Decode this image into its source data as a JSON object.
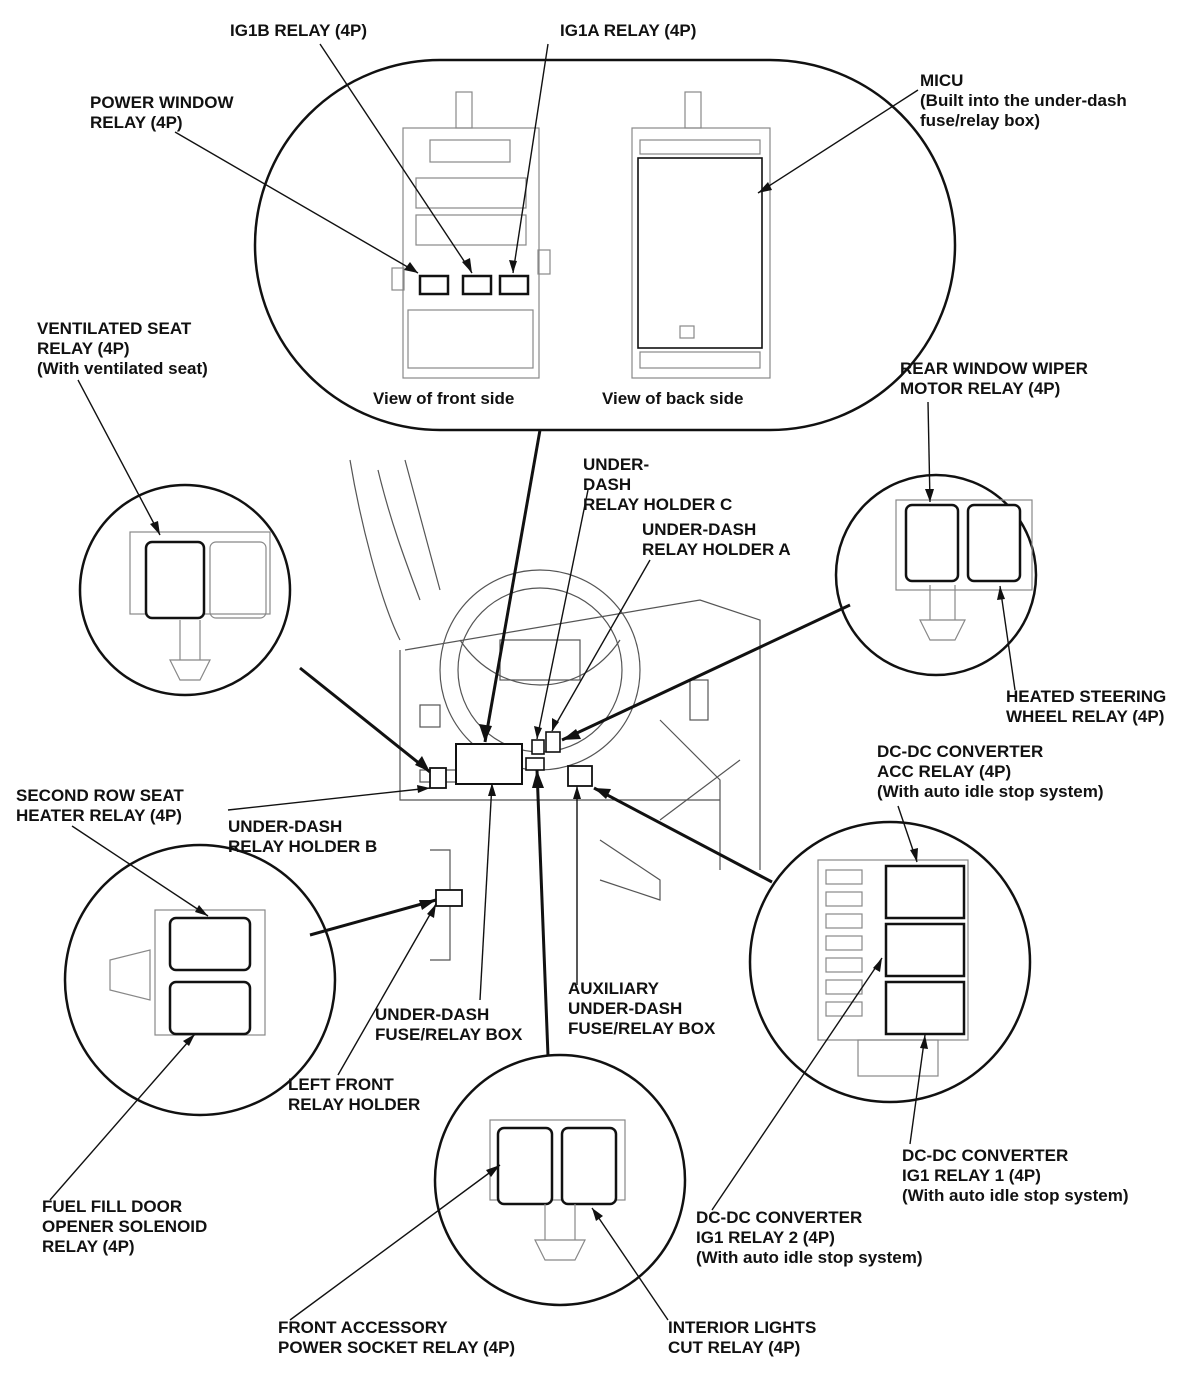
{
  "labels": {
    "ig1b": "IG1B RELAY (4P)",
    "ig1a": "IG1A RELAY (4P)",
    "power_window": [
      "POWER WINDOW",
      "RELAY (4P)"
    ],
    "micu": [
      "MICU",
      "(Built into the under-dash",
      "fuse/relay box)"
    ],
    "view_front": "View of front side",
    "view_back": "View of back side",
    "ventilated_seat": [
      "VENTILATED SEAT",
      "RELAY (4P)",
      "(With ventilated seat)"
    ],
    "rear_wiper": [
      "REAR WINDOW WIPER",
      "MOTOR RELAY (4P)"
    ],
    "holder_c": [
      "UNDER-",
      "DASH",
      "RELAY HOLDER C"
    ],
    "holder_a": [
      "UNDER-DASH",
      "RELAY HOLDER A"
    ],
    "heated_steering": [
      "HEATED STEERING",
      "WHEEL RELAY (4P)"
    ],
    "dcdc_acc": [
      "DC-DC CONVERTER",
      "ACC RELAY (4P)",
      "(With auto idle stop system)"
    ],
    "second_row": [
      "SECOND ROW SEAT",
      "HEATER RELAY (4P)"
    ],
    "holder_b": [
      "UNDER-DASH",
      "RELAY HOLDER B"
    ],
    "underdash_box": [
      "UNDER-DASH",
      "FUSE/RELAY BOX"
    ],
    "aux_box": [
      "AUXILIARY",
      "UNDER-DASH",
      "FUSE/RELAY BOX"
    ],
    "left_front": [
      "LEFT FRONT",
      "RELAY HOLDER"
    ],
    "fuel_door": [
      "FUEL FILL DOOR",
      "OPENER SOLENOID",
      "RELAY (4P)"
    ],
    "dcdc_ig1_1": [
      "DC-DC CONVERTER",
      "IG1 RELAY 1 (4P)",
      "(With auto idle stop system)"
    ],
    "dcdc_ig1_2": [
      "DC-DC CONVERTER",
      "IG1 RELAY 2 (4P)",
      "(With auto idle stop system)"
    ],
    "front_accessory": [
      "FRONT ACCESSORY",
      "POWER SOCKET RELAY (4P)"
    ],
    "interior_lights": [
      "INTERIOR LIGHTS",
      "CUT RELAY (4P)"
    ]
  }
}
